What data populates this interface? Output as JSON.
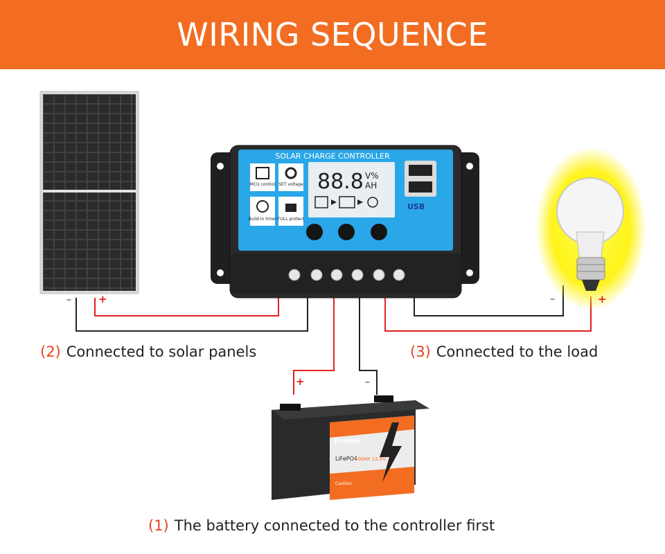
{
  "banner": {
    "title": "WIRING SEQUENCE"
  },
  "captions": {
    "solar": {
      "num": "(2)",
      "text": "Connected to solar panels"
    },
    "load": {
      "num": "(3)",
      "text": "Connected to the load"
    },
    "battery": {
      "num": "(1)",
      "text": "The battery connected to the controller first"
    }
  },
  "controller": {
    "title": "SOLAR CHARGE CONTROLLER",
    "lcd_digits": "88.8",
    "lcd_unit_top": "V%",
    "lcd_unit_bottom": "AH",
    "features": [
      {
        "icon": "chip-icon",
        "label": "MCU control"
      },
      {
        "icon": "gear-icon",
        "label": "SET voltage"
      },
      {
        "icon": "clock-icon",
        "label": "Build-in timer"
      },
      {
        "icon": "lock-icon",
        "label": "FULL protect"
      }
    ],
    "usb_label": "USB"
  },
  "battery": {
    "brand": "PowMr",
    "type": "LiFePO4",
    "spec": "100Ah 12.8V",
    "caution": "Caution:"
  },
  "polarity": {
    "plus": "+",
    "minus": "–"
  },
  "colors": {
    "banner": "#f26d21",
    "wire_red": "#e02020",
    "wire_black": "#222222",
    "controller_face": "#2aa7e8",
    "battery_accent": "#f26d21"
  }
}
